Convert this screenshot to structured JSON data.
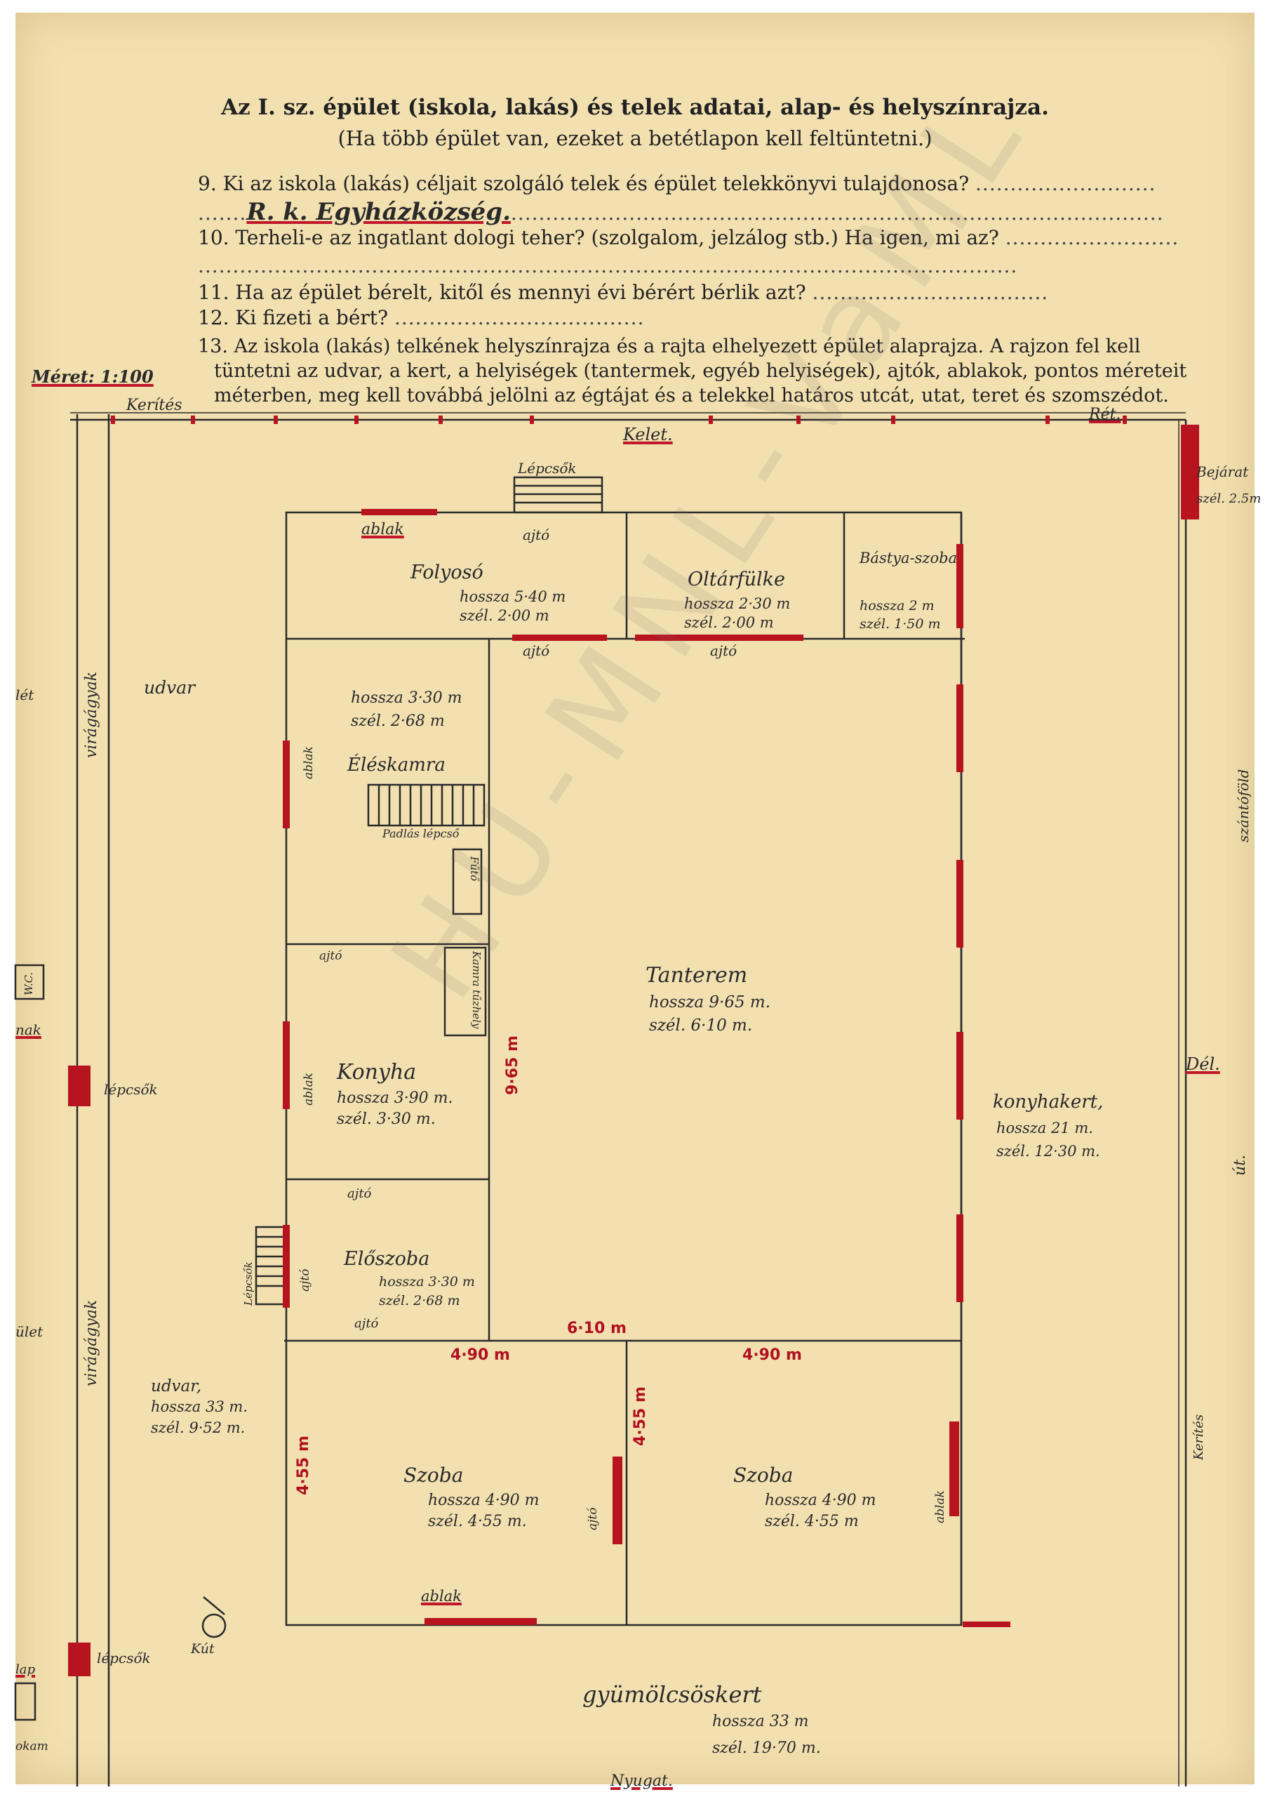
{
  "header": {
    "title": "Az I. sz. épület (iskola, lakás) és telek adatai, alap- és helyszínrajza.",
    "subtitle": "(Ha több épület van, ezeket a betétlapon kell feltüntetni.)"
  },
  "questions": {
    "q9": "9. Ki az iskola (lakás) céljait szolgáló telek és épület telekkönyvi tulajdonosa?",
    "q9_answer": "R. k. Egyházközség.",
    "q10": "10. Terheli-e az ingatlant dologi teher? (szolgalom, jelzálog stb.) Ha igen, mi az?",
    "q11": "11. Ha az épület bérelt, kitől és mennyi évi bérért bérlik azt?",
    "q12": "12. Ki fizeti a bért?",
    "q13_line1": "13. Az iskola (lakás) telkének helyszínrajza és a rajta elhelyezett épület alaprajza. A rajzon fel kell",
    "q13_line2": "tüntetni az udvar, a kert, a helyiségek (tantermek, egyéb helyiségek), ajtók, ablakok, pontos méreteit",
    "q13_line3": "méterben, meg kell továbbá jelölni az égtájat és a telekkel határos utcát, utat, teret és szomszédot."
  },
  "dots": {
    "long": "...............................................",
    "medium": "....................................",
    "short": "..........................",
    "full": "......................................................................................................................"
  },
  "plan": {
    "scale": "Méret: 1:100",
    "fence_top": "Kerítés",
    "fence_right": "Kerítés",
    "east": "Kelet.",
    "neighbour_top": "Rét.",
    "entrance": "Bejárat",
    "entrance_width": "szél. 2.5m",
    "steps": "Lépcsők",
    "window": "ablak",
    "door": "ajtó",
    "corridor": {
      "name": "Folyosó",
      "len": "hossza 5·40 m",
      "wid": "szél. 2·00 m"
    },
    "altar": {
      "name": "Oltárfülke",
      "len": "hossza 2·30 m",
      "wid": "szél. 2·00 m"
    },
    "lavatory": {
      "name": "Bástya-szoba",
      "len": "hossza 2 m",
      "wid": "szél. 1·50 m"
    },
    "pantry": {
      "name": "Éléskamra",
      "len": "hossza 3·30 m",
      "wid": "szél. 2·68 m"
    },
    "attic_stairs": "Padlás lépcső",
    "cupboard": "Fűtő",
    "closet": "Kamra",
    "kitchen_cabinet": "tűzhely",
    "classroom": {
      "name": "Tanterem",
      "len": "hossza 9·65 m.",
      "wid": "szél. 6·10 m."
    },
    "kitchen": {
      "name": "Konyha",
      "len": "hossza 3·90 m.",
      "wid": "szél. 3·30 m."
    },
    "hall": {
      "name": "Előszoba",
      "len": "hossza 3·30 m",
      "wid": "szél. 2·68 m"
    },
    "room_left": {
      "name": "Szoba",
      "len": "hossza 4·90 m",
      "wid": "szél. 4·55 m."
    },
    "room_right": {
      "name": "Szoba",
      "len": "hossza 4·90 m",
      "wid": "szél. 4·55 m"
    },
    "dims": {
      "d965": "9·65 m",
      "d610": "6·10 m",
      "d490a": "4·90 m",
      "d490b": "4·90 m",
      "d455a": "4·55 m",
      "d455b": "4·55 m"
    },
    "yard_top": "udvar",
    "yard_bottom": {
      "name": "udvar,",
      "len": "hossza 33 m.",
      "wid": "szél. 9·52 m."
    },
    "kitchen_garden": {
      "name": "konyhakert,",
      "len": "hossza 21 m.",
      "wid": "szél. 12·30 m."
    },
    "orchard": {
      "name": "gyümölcsöskert",
      "len": "hossza 33 m",
      "wid": "szél. 19·70 m."
    },
    "west": "Nyugat.",
    "south": "Dél.",
    "road": "út.",
    "flower_garden": "virágágyak",
    "flower_garden2": "virágágyak",
    "stairs_left1": "lépcsők",
    "stairs_left2": "lépcsők",
    "well": "Kút",
    "wc": "W.C.",
    "edge_left1": "lét",
    "edge_left2": "nak",
    "edge_left3": "ület",
    "edge_left4": "lap",
    "edge_left5": "okam",
    "edge_right": "szántóföld"
  },
  "watermark": "HU-MNL-VaML"
}
